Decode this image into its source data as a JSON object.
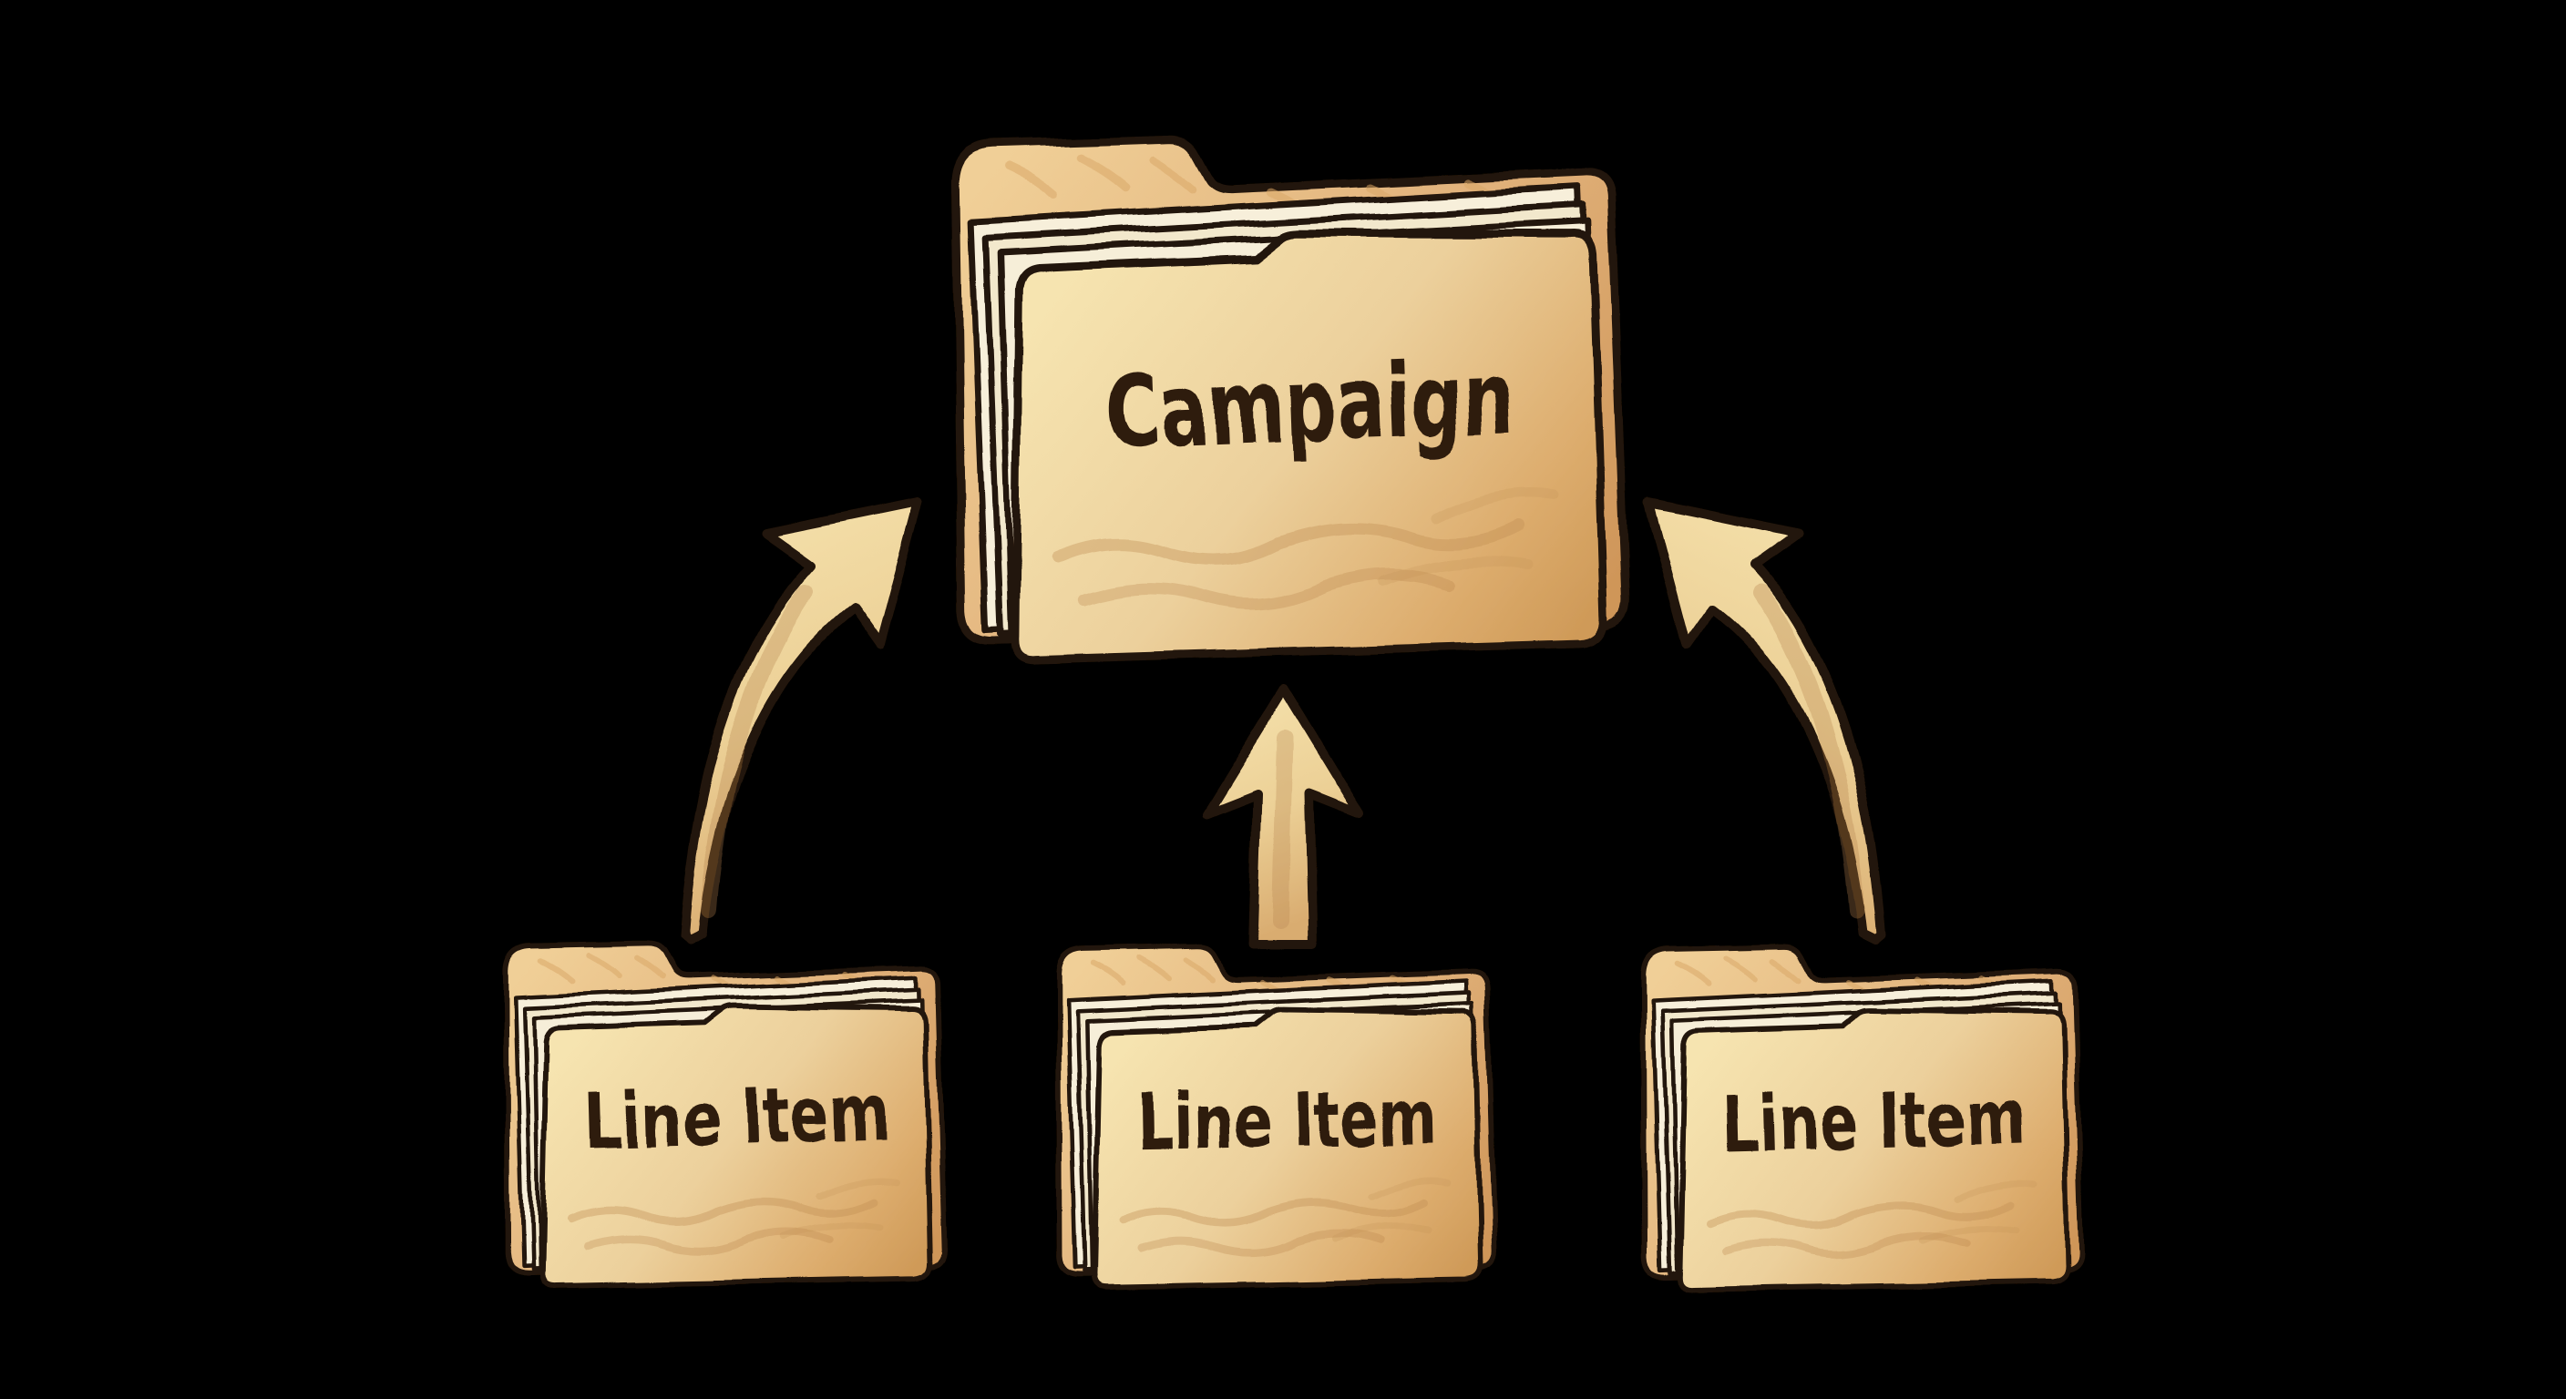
{
  "diagram": {
    "background_color": "#000000",
    "parent_folder": {
      "label": "Campaign"
    },
    "child_folders": [
      {
        "label": "Line Item"
      },
      {
        "label": "Line Item"
      },
      {
        "label": "Line Item"
      }
    ],
    "relationships": [
      {
        "from": "line-item-folder-1",
        "to": "campaign-folder",
        "arrow": "curved-up-right"
      },
      {
        "from": "line-item-folder-2",
        "to": "campaign-folder",
        "arrow": "straight-up"
      },
      {
        "from": "line-item-folder-3",
        "to": "campaign-folder",
        "arrow": "curved-up-left"
      }
    ],
    "style": {
      "look": "hand-drawn colored-pencil sketch on black",
      "outline_color": "#241408",
      "folder_front_light": "#f6e4b0",
      "folder_front_dark": "#cf9a58",
      "folder_back_light": "#f0cf97",
      "folder_back_dark": "#cf9659",
      "paper_color": "#f7efda",
      "arrow_fill_light": "#f6e3ae",
      "arrow_fill_dark": "#d9ac70",
      "label_text_color": "#2f1c0c"
    }
  }
}
